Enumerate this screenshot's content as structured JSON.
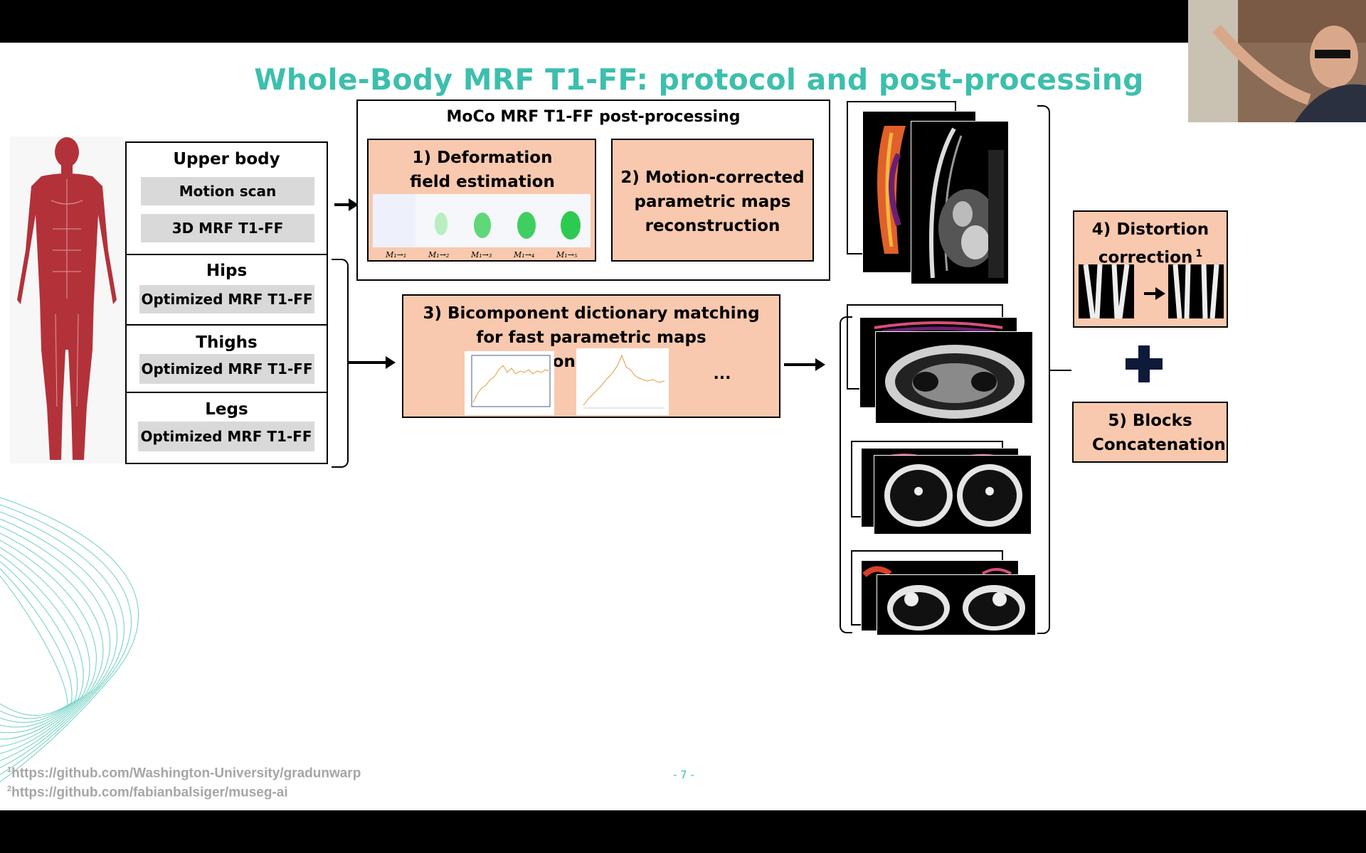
{
  "slide": {
    "title": "Whole-Body MRF T1-FF: protocol and post-processing",
    "page_number": "- 7 -"
  },
  "protocol": {
    "upper_body": {
      "heading": "Upper body",
      "step1": "Motion scan",
      "step2": "3D MRF T1-FF"
    },
    "hips": {
      "heading": "Hips",
      "step": "Optimized MRF T1-FF"
    },
    "thighs": {
      "heading": "Thighs",
      "step": "Optimized MRF T1-FF"
    },
    "legs": {
      "heading": "Legs",
      "step": "Optimized MRF T1-FF"
    }
  },
  "moco": {
    "heading": "MoCo MRF T1-FF post-processing",
    "step1": "1) Deformation field estimation",
    "step2": "2) Motion-corrected parametric maps reconstruction",
    "frame_labels": [
      "M₁→₁",
      "M₁→₂",
      "M₁→₃",
      "M₁→₄",
      "M₁→₅"
    ]
  },
  "dictionary": {
    "heading": "3) Bicomponent dictionary matching for fast parametric maps reconstruction",
    "ellipsis": "..."
  },
  "final": {
    "distortion": "4) Distortion correction",
    "distortion_sup": "1",
    "blocks": "5) Blocks Concatenation"
  },
  "references": [
    {
      "sup": "1",
      "text": "https://github.com/Washington-University/gradunwarp"
    },
    {
      "sup": "2",
      "text": "https://github.com/fabianbalsiger/museg-ai"
    }
  ],
  "colors": {
    "title": "#3dbfad",
    "box_fill": "#f8c9ae",
    "body": "#b3323a"
  }
}
